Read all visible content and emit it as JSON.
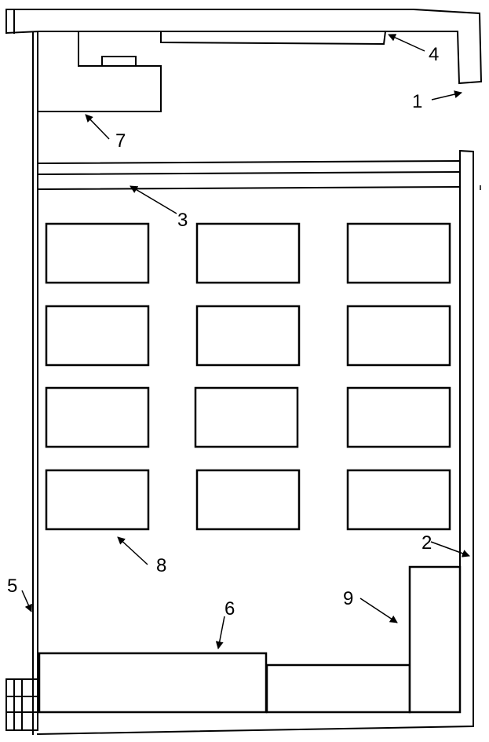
{
  "labels": {
    "l1": "1",
    "l2": "2",
    "l3": "3",
    "l4": "4",
    "l5": "5",
    "l6": "6",
    "l7": "7",
    "l8": "8",
    "l9": "9"
  },
  "desk_grid": {
    "rows": 4,
    "columns": 3
  },
  "colors": {
    "line": "#000000",
    "background": "#ffffff"
  }
}
